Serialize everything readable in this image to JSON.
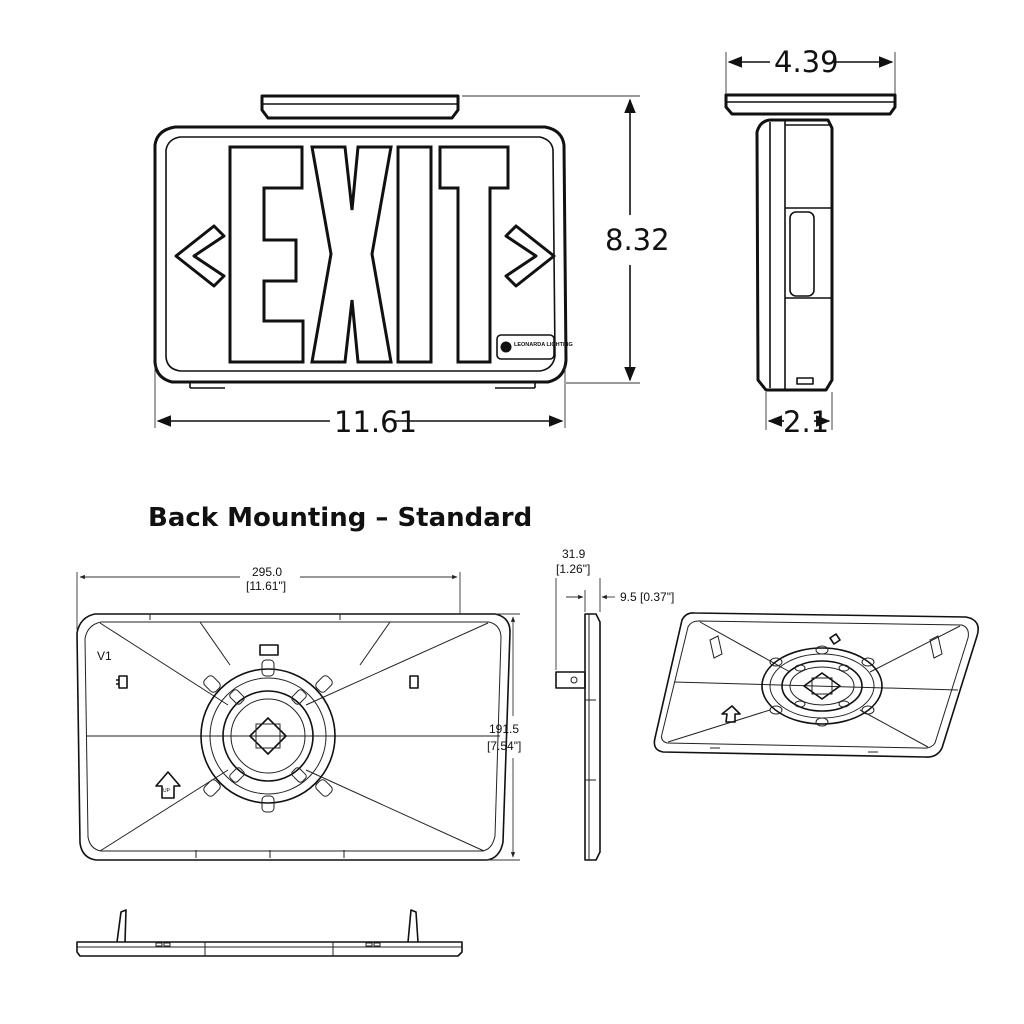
{
  "front_view": {
    "sign_text": "EXIT",
    "logo_text": "LEONARDA LIGHTING",
    "dim_height": "8.32",
    "dim_width": "11.61"
  },
  "side_view": {
    "dim_canopy_width": "4.39",
    "dim_depth": "2.1"
  },
  "section_heading": "Back Mounting – Standard",
  "back_plate": {
    "dim_width_mm": "295.0",
    "dim_width_in": "[11.61\"]",
    "dim_height_mm": "191.5",
    "dim_height_in": "[7.54\"]",
    "corner_label": "V1",
    "up_label": "UP"
  },
  "plate_side": {
    "dim_depth_mm": "31.9",
    "dim_depth_in": "[1.26\"]",
    "dim_thickness": "9.5 [0.37\"]"
  }
}
